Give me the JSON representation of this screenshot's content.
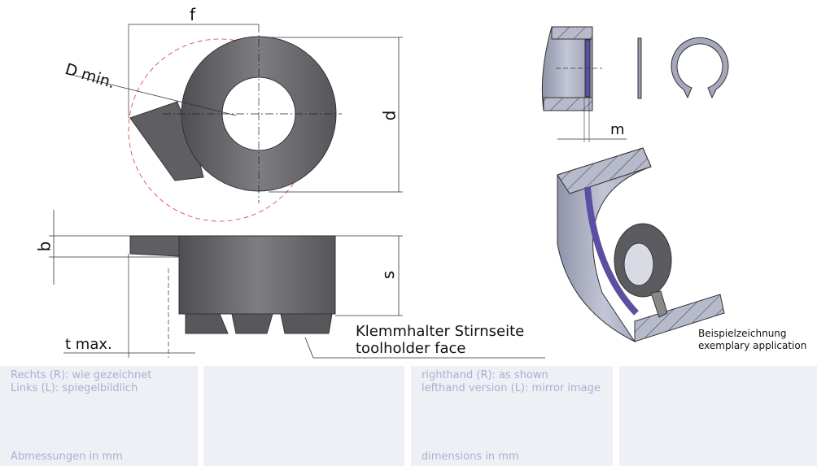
{
  "labels": {
    "f": "f",
    "d_min": "D min.",
    "d": "d",
    "b": "b",
    "s": "s",
    "t_max": "t max.",
    "m": "m",
    "toolholder_de": "Klemmhalter Stirnseite",
    "toolholder_en": "toolholder face",
    "example_de": "Beispielzeichnung",
    "example_en": "exemplary application"
  },
  "panels": [
    {
      "line1": "Rechts (R): wie gezeichnet",
      "line2": "Links (L): spiegelbildlich",
      "footer": "Abmessungen in mm"
    },
    {},
    {
      "line1": "righthand (R): as shown",
      "line2": "lefthand version (L): mirror image",
      "footer": "dimensions in mm"
    },
    {}
  ],
  "colors": {
    "panel_bg": "#eef0f6",
    "panel_text": "#aab0cf",
    "insert": "#6e6e72",
    "ring": "#5a4fa0",
    "circle": "#d9383a"
  }
}
